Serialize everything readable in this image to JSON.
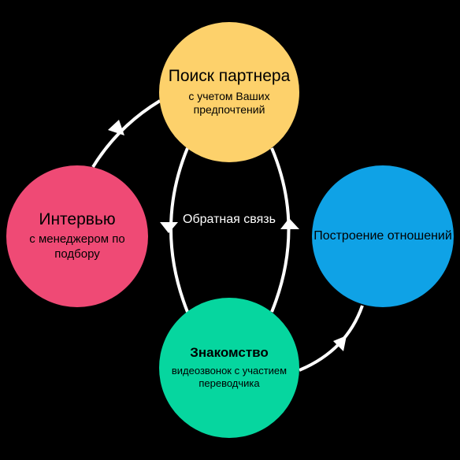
{
  "colors": {
    "background": "#000000",
    "connector": "#ffffff",
    "search": "#fdd16b",
    "interview": "#ef4a75",
    "relations": "#0fa2e6",
    "acquaint": "#06d69f"
  },
  "nodes": {
    "search": {
      "title": "Поиск партнера",
      "subtitle": "с учетом Ваших предпочтений"
    },
    "interview": {
      "title": "Интервью",
      "subtitle": "с менеджером по подбору"
    },
    "relations": {
      "title": "Построение отношений"
    },
    "acquaint": {
      "title": "Знакомство",
      "subtitle": "видеозвонок с участием переводчика"
    }
  },
  "feedback": {
    "label": "Обратная связь"
  }
}
